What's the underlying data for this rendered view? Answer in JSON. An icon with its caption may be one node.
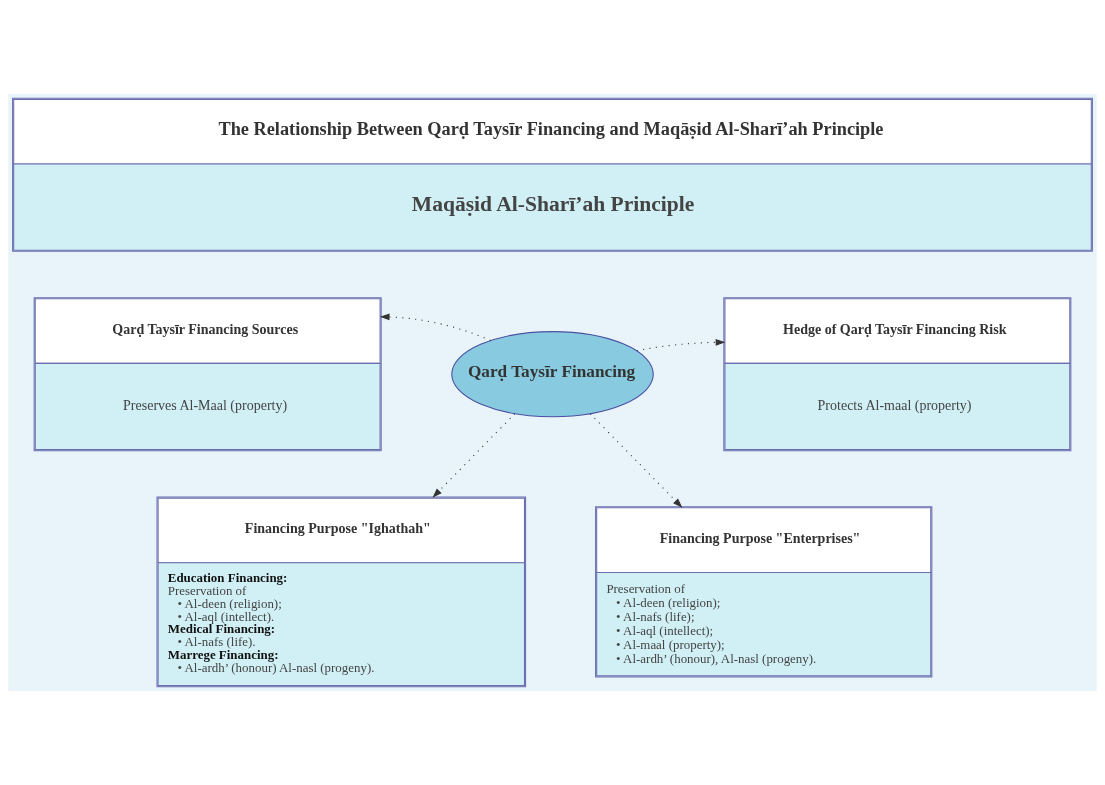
{
  "diagram": {
    "nodes": [
      {
        "text": [
          "The Relationship Between Qarḍ Taysīr Financing and Maqāṣid Al-Sharī’ah Principle",
          "Maqāṣid Al-Sharī’ah Principle"
        ]
      },
      {
        "text": [
          "Qarḍ Taysīr Financing Sources",
          "Preserves Al-Maal (property)"
        ]
      },
      {
        "text": [
          "Hedge of Qarḍ Taysīr Financing Risk",
          "Protects Al-maal (property)"
        ]
      },
      {
        "text": [
          "Qarḍ Taysīr Financing"
        ]
      },
      {
        "text": [
          "Financing Purpose \"Ighathah\"",
          "Education Financing:",
          "Preservation of",
          "• Al-deen (religion);",
          "• Al-aql (intellect).",
          "Medical Financing:",
          "• Al-nafs (life).",
          "Marrege Financing:",
          "• Al-ardh’ (honour) Al-nasl (progeny)."
        ]
      },
      {
        "text": [
          "Financing Purpose \"Enterprises\"",
          "Preservation of",
          "• Al-deen (religion);",
          "• Al-nafs (life);",
          "• Al-aql (intellect);",
          "• Al-maal (property);",
          "• Al-ardh’ (honour), Al-nasl (progeny)."
        ]
      }
    ],
    "edges": [
      {
        "from": 3,
        "to": 1,
        "arrow": "to",
        "style": "dashed"
      },
      {
        "from": 3,
        "to": 2,
        "arrow": "to",
        "style": "dashed"
      },
      {
        "from": 3,
        "to": 4,
        "arrow": "to",
        "style": "dashed"
      },
      {
        "from": 3,
        "to": 5,
        "arrow": "to",
        "style": "dashed"
      }
    ]
  }
}
